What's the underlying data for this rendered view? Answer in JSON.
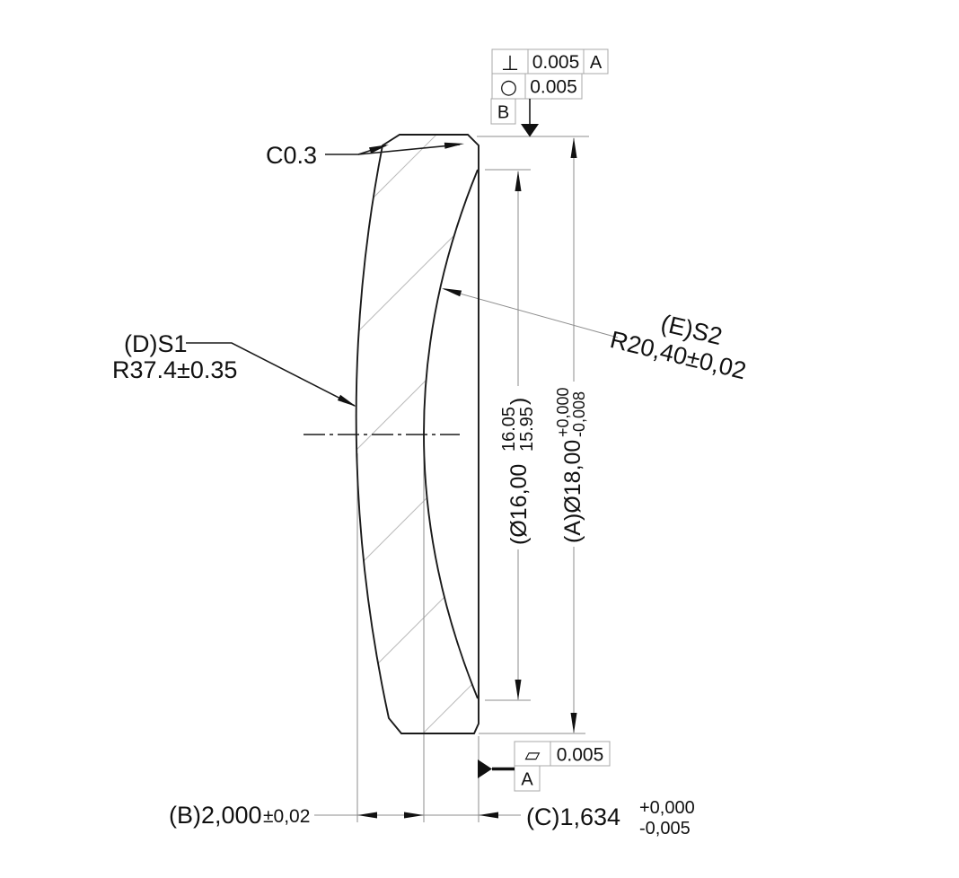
{
  "drawing": {
    "top_fcf": {
      "perpendicularity_symbol": "⊥",
      "perpendicularity_tolerance": "0.005",
      "perpendicularity_datum": "A",
      "circularity_symbol": "○",
      "circularity_tolerance": "0.005",
      "datum_label": "B"
    },
    "bottom_fcf": {
      "flatness_symbol": "▱",
      "flatness_tolerance": "0.005",
      "datum_label": "A"
    },
    "chamfer_note": "C0.3",
    "surface1": {
      "label": "(D)S1",
      "radius": "R37.4±0.35"
    },
    "surface2": {
      "label": "(E)S2",
      "radius": "R20,40±0,02"
    },
    "clear_aperture": {
      "prefix": "(Ø16,00",
      "upper_limit": "16.05",
      "lower_limit": "15.95",
      "suffix": ")"
    },
    "outer_diameter": {
      "prefix": "(A)Ø18,00",
      "tol_upper": "+0,000",
      "tol_lower": "-0,008"
    },
    "center_thickness": {
      "value": "(B)2,000",
      "tolerance": "±0,02"
    },
    "edge_distance": {
      "prefix": "(C)1,634",
      "tol_upper": "+0,000",
      "tol_lower": "-0,005"
    }
  }
}
